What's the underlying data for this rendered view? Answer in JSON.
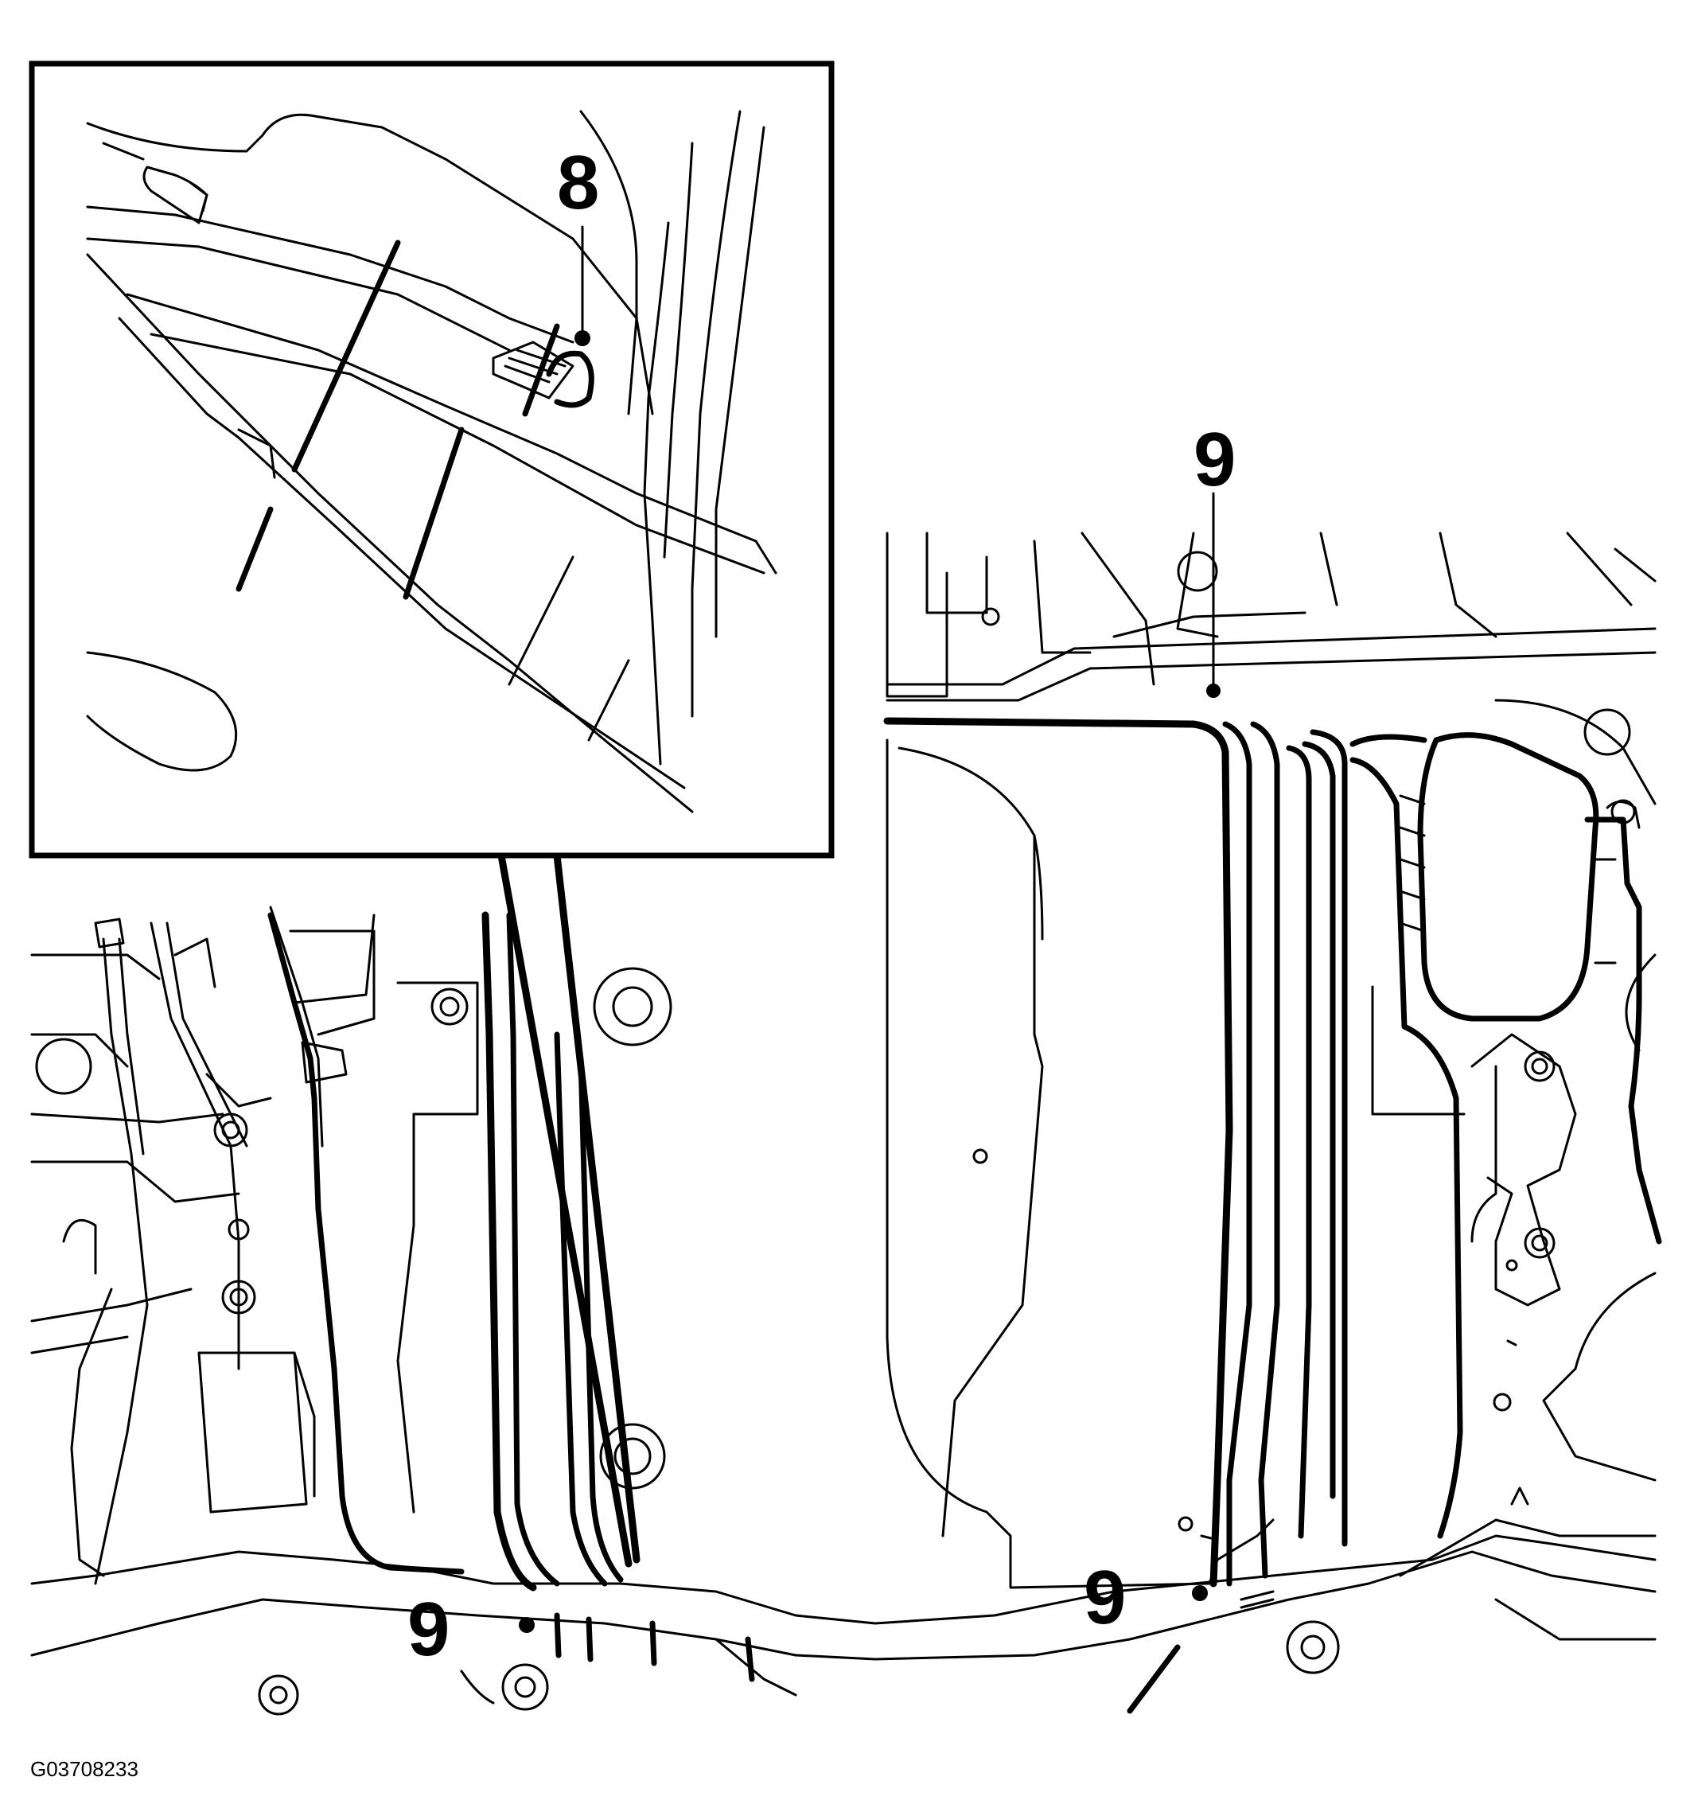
{
  "callouts": {
    "inset_label": "8",
    "top_label": "9",
    "bottom_left_label": "9",
    "bottom_right_label": "9"
  },
  "figure_code": "G03708233",
  "colors": {
    "line": "#000000",
    "background": "#ffffff"
  }
}
